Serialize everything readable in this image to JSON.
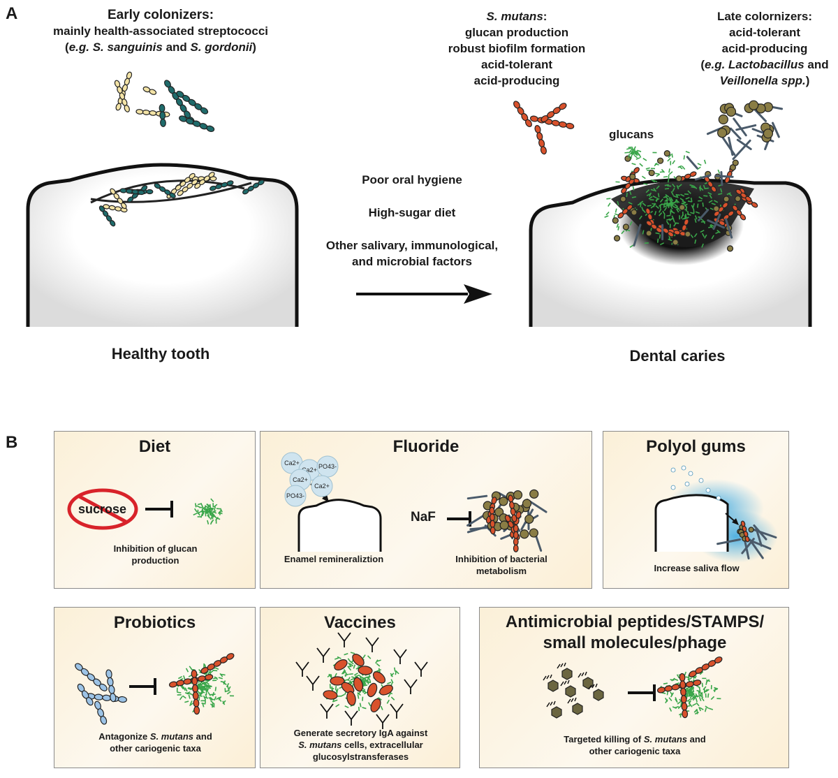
{
  "panel_a": {
    "label": "A",
    "early": {
      "title": "Early colonizers:",
      "line1": "mainly health-associated streptococci",
      "ex_prefix": "(",
      "ex_eg": "e.g. S. sanguinis",
      "ex_and": " and ",
      "ex_sp": "S. gordonii",
      "ex_suffix": ")"
    },
    "smutans": {
      "title_italic": "S. mutans",
      "title_rest": ":",
      "lines": [
        "glucan production",
        "robust biofilm formation",
        "acid-tolerant",
        "acid-producing"
      ]
    },
    "late": {
      "title": "Late colornizers:",
      "line1": "acid-tolerant",
      "line2": "acid-producing",
      "ex_open": "(",
      "ex_eg": "e.g. Lactobacillus",
      "ex_and": " and",
      "ex_sp": "Veillonella spp.",
      "ex_close": ")"
    },
    "glucans": "glucans",
    "factors": [
      "Poor oral hygiene",
      "High-sugar diet",
      "Other salivary, immunological,",
      "and microbial factors"
    ],
    "healthy_label": "Healthy tooth",
    "caries_label": "Dental caries"
  },
  "panel_b": {
    "label": "B",
    "diet": {
      "title": "Diet",
      "sucrose": "sucrose",
      "caption": [
        "Inhibition of glucan",
        "production"
      ]
    },
    "fluoride": {
      "title": "Fluoride",
      "ions": [
        "Ca2+",
        "Ca2+",
        "PO43-",
        "Ca2+",
        "Ca2+",
        "PO43-"
      ],
      "naf": "NaF",
      "caption_left": "Enamel remineraliztion",
      "caption_right": [
        "Inhibition of bacterial",
        "metabolism"
      ]
    },
    "polyol": {
      "title": "Polyol gums",
      "caption": "Increase saliva flow"
    },
    "probiotics": {
      "title": "Probiotics",
      "caption_pre": "Antagonize ",
      "caption_it": "S. mutans",
      "caption_post": " and",
      "caption2": "other cariogenic taxa"
    },
    "vaccines": {
      "title": "Vaccines",
      "caption1": "Generate secretory IgA against",
      "caption2_it": "S. mutans",
      "caption2_post": " cells, extracellular",
      "caption3": "glucosylstransferases"
    },
    "amp": {
      "title1": "Antimicrobial peptides/STAMPS/",
      "title2": "small molecules/phage",
      "caption_pre": "Targeted killing of ",
      "caption_it": "S. mutans",
      "caption_post": " and",
      "caption2": "other cariogenic taxa"
    }
  },
  "colors": {
    "early_yellow": "#f3e3a6",
    "early_teal": "#1f6b6b",
    "smutans_orange": "#d9522c",
    "late_olive": "#8a7d45",
    "late_rod": "#4a5a6a",
    "glucan_green": "#3aa64a",
    "saliva_blue": "#3fa9e0",
    "probiotic_blue": "#9cc3e6",
    "box_fill": "#fbf0d8",
    "caries_dark": "#1a1a1a"
  }
}
